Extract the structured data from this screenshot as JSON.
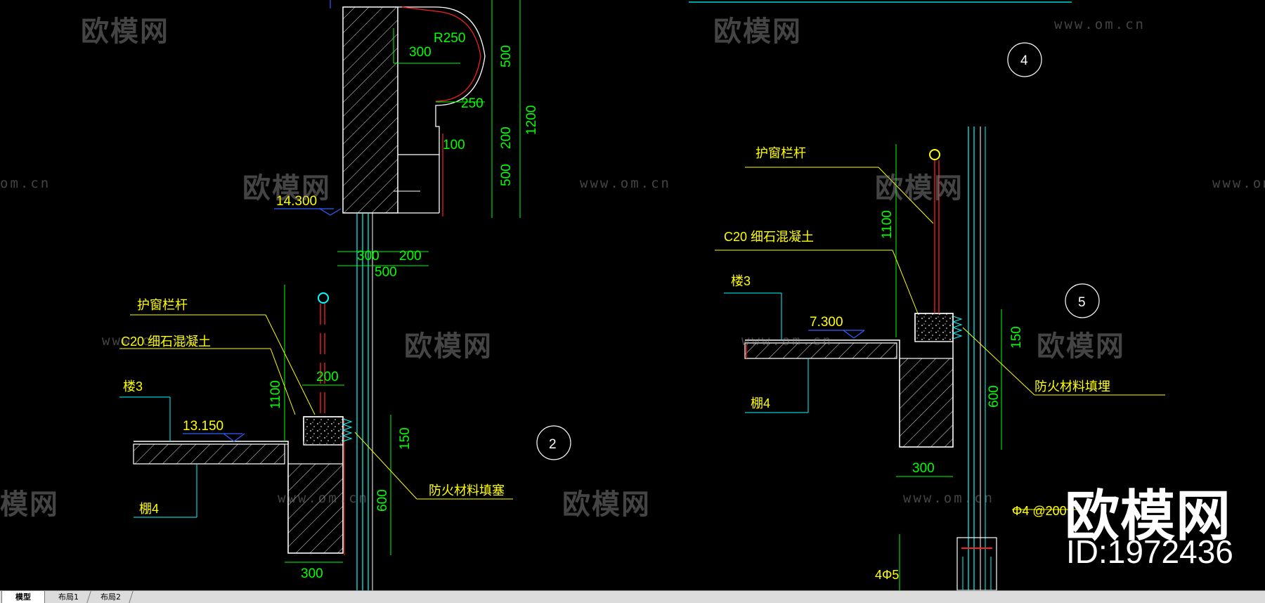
{
  "tabs": [
    {
      "label": "模型",
      "active": true
    },
    {
      "label": "布局1",
      "active": false
    },
    {
      "label": "布局2",
      "active": false
    }
  ],
  "watermark": {
    "brand": "欧模网",
    "url": "www.om.cn",
    "url_partial": "om.cn",
    "brand_partial": "模网"
  },
  "brand_overlay": {
    "name": "欧模网",
    "id": "ID:1972436"
  },
  "detail_markers": [
    "2",
    "4",
    "5"
  ],
  "dimensions": {
    "top": [
      "R250",
      "300",
      "250",
      "100",
      "200",
      "500",
      "1200",
      "500",
      "300",
      "200",
      "500"
    ],
    "left": [
      "200",
      "1100",
      "150",
      "600",
      "300"
    ],
    "right": [
      "1100",
      "150",
      "600",
      "300"
    ]
  },
  "elevations": {
    "top": "14.300",
    "left": "13.150",
    "right": "7.300"
  },
  "annotations": {
    "guardrail": "护窗栏杆",
    "concrete": "C20 细石混凝土",
    "floor": "楼3",
    "ceiling": "棚4",
    "fire_fill_left": "防火材料填塞",
    "fire_fill_right": "防火材料填埋",
    "rebar_spacing": "Φ4 @200",
    "rebar_count": "4Φ5"
  },
  "colors": {
    "background": "#000000",
    "structure": "#ffffff",
    "dimension": "#00ff00",
    "annotation": "#ffff00",
    "leader": "#00ffff",
    "accent": "#ff2020"
  }
}
